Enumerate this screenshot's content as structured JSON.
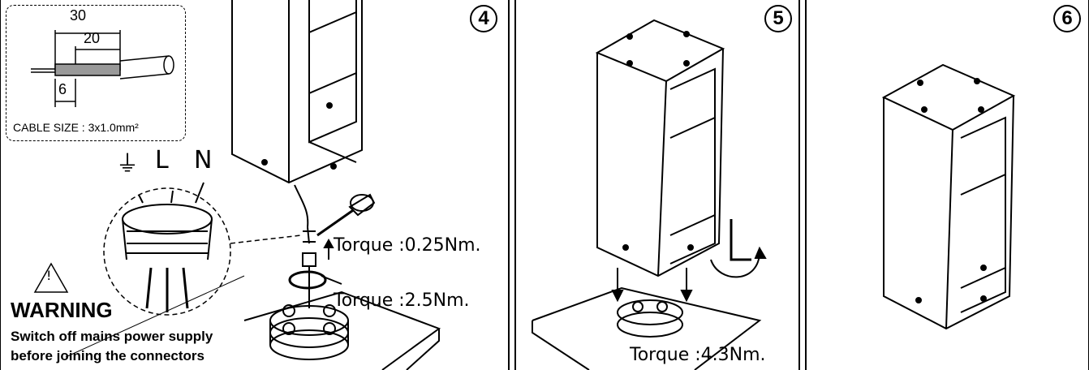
{
  "steps": {
    "step4": "4",
    "step5": "5",
    "step6": "6"
  },
  "inset": {
    "dim_30": "30",
    "dim_20": "20",
    "dim_6": "6",
    "cable_size": "CABLE SIZE : 3x1.0mm²"
  },
  "wiring": {
    "label_l": "L",
    "label_n": "N",
    "earth_symbol": "earth-ground-icon"
  },
  "torques": {
    "connector": "Torque :0.25Nm.",
    "gland": "Torque :2.5Nm.",
    "base": "Torque :4.3Nm."
  },
  "warning": {
    "title": "WARNING",
    "line1": "Switch off mains power supply",
    "line2": "before joining the connectors"
  }
}
